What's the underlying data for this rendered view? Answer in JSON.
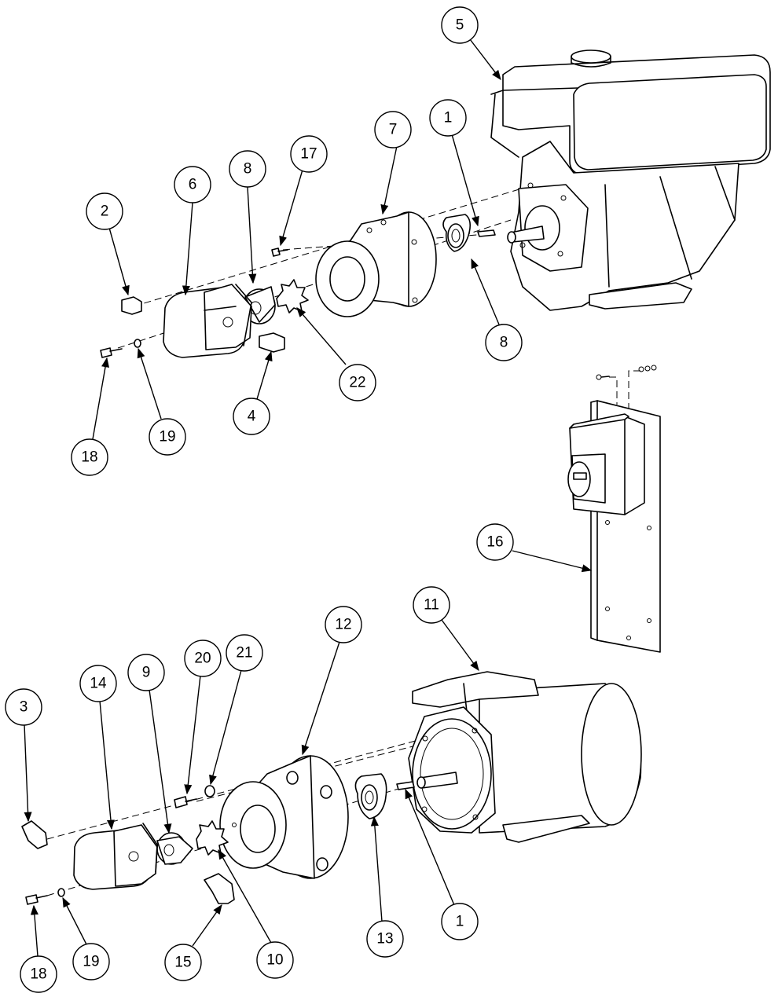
{
  "callouts": [
    {
      "label": "5"
    },
    {
      "label": "1"
    },
    {
      "label": "7"
    },
    {
      "label": "17"
    },
    {
      "label": "8"
    },
    {
      "label": "6"
    },
    {
      "label": "2"
    },
    {
      "label": "8"
    },
    {
      "label": "22"
    },
    {
      "label": "4"
    },
    {
      "label": "19"
    },
    {
      "label": "18"
    },
    {
      "label": "16"
    },
    {
      "label": "11"
    },
    {
      "label": "12"
    },
    {
      "label": "20"
    },
    {
      "label": "21"
    },
    {
      "label": "9"
    },
    {
      "label": "14"
    },
    {
      "label": "3"
    },
    {
      "label": "1"
    },
    {
      "label": "13"
    },
    {
      "label": "10"
    },
    {
      "label": "15"
    },
    {
      "label": "19"
    },
    {
      "label": "18"
    }
  ]
}
